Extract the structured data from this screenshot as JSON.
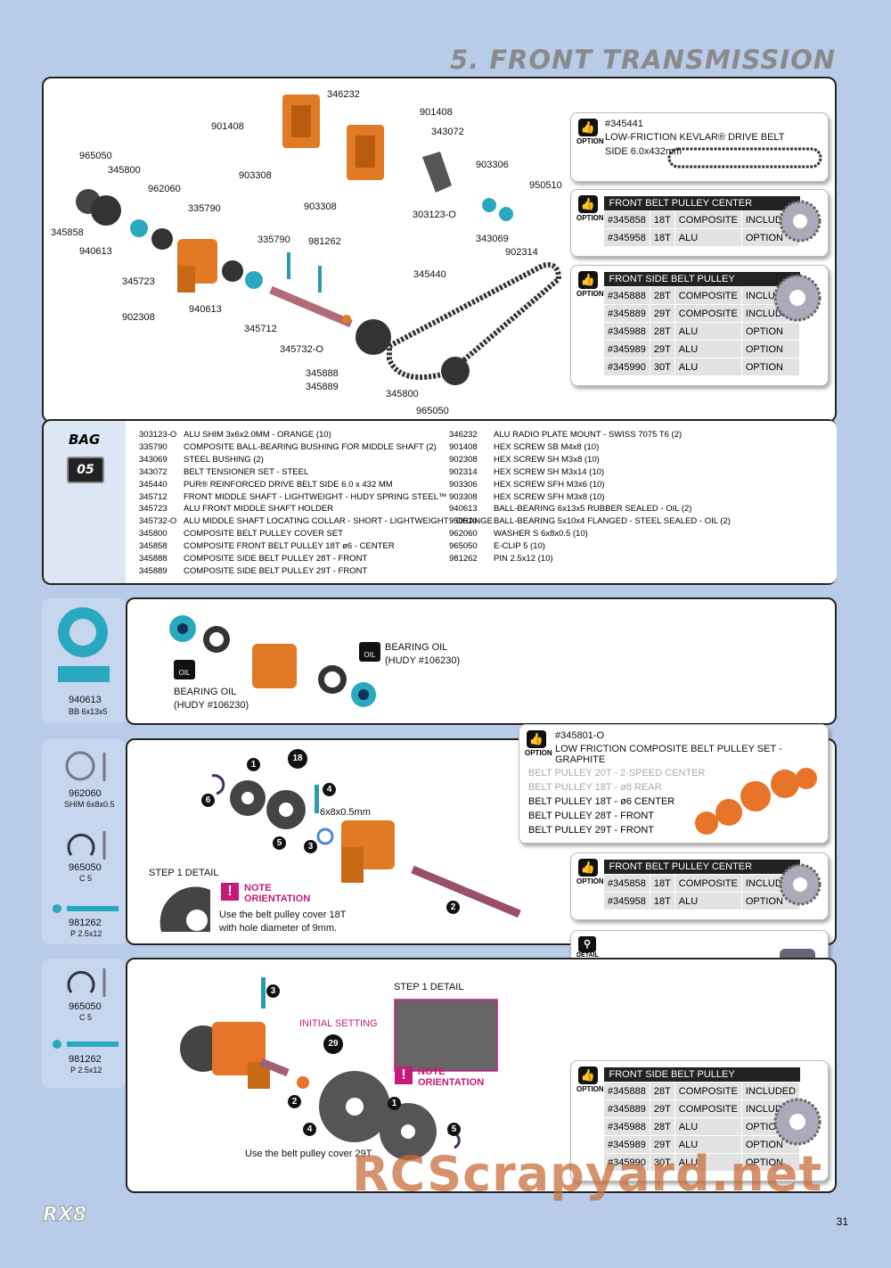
{
  "header": {
    "title": "5. FRONT TRANSMISSION"
  },
  "diagram1": {
    "labels": [
      "346232",
      "901408",
      "901408",
      "343072",
      "965050",
      "345800",
      "903308",
      "903308",
      "903306",
      "962060",
      "335790",
      "950510",
      "345858",
      "303123-O",
      "940613",
      "335790",
      "981262",
      "343069",
      "902314",
      "345723",
      "345440",
      "902308",
      "940613",
      "345712",
      "345732-O",
      "345888",
      "345889",
      "345800",
      "965050"
    ]
  },
  "options": {
    "belt": {
      "icon": "OPTION",
      "part": "#345441",
      "name": "LOW-FRICTION KEVLAR® DRIVE BELT",
      "sub": "SIDE 6.0x432mm"
    },
    "center1": {
      "icon": "OPTION",
      "title": "FRONT BELT PULLEY CENTER",
      "rows": [
        [
          "#345858",
          "18T",
          "COMPOSITE",
          "INCLUDED"
        ],
        [
          "#345958",
          "18T",
          "ALU",
          "OPTION"
        ]
      ]
    },
    "side1": {
      "icon": "OPTION",
      "title": "FRONT SIDE BELT PULLEY",
      "rows": [
        [
          "#345888",
          "28T",
          "COMPOSITE",
          "INCLUDED"
        ],
        [
          "#345889",
          "29T",
          "COMPOSITE",
          "INCLUDED"
        ],
        [
          "#345988",
          "28T",
          "ALU",
          "OPTION"
        ],
        [
          "#345989",
          "29T",
          "ALU",
          "OPTION"
        ],
        [
          "#345990",
          "30T",
          "ALU",
          "OPTION"
        ]
      ]
    },
    "graphite": {
      "icon": "OPTION",
      "part": "#345801-O",
      "name": "LOW FRICTION COMPOSITE BELT PULLEY SET - GRAPHITE",
      "items": [
        "BELT PULLEY 20T - 2-SPEED CENTER",
        "BELT PULLEY 18T - ø8 REAR",
        "BELT PULLEY 18T - ø6 CENTER",
        "BELT PULLEY 28T - FRONT",
        "BELT PULLEY 29T - FRONT"
      ]
    },
    "center2": {
      "icon": "OPTION",
      "title": "FRONT BELT PULLEY CENTER",
      "rows": [
        [
          "#345858",
          "18T",
          "COMPOSITE",
          "INCLUDED"
        ],
        [
          "#345958",
          "18T",
          "ALU",
          "OPTION"
        ]
      ]
    },
    "side2": {
      "icon": "OPTION",
      "title": "FRONT SIDE BELT PULLEY",
      "rows": [
        [
          "#345888",
          "28T",
          "COMPOSITE",
          "INCLUDED"
        ],
        [
          "#345889",
          "29T",
          "COMPOSITE",
          "INCLUDED"
        ],
        [
          "#345988",
          "28T",
          "ALU",
          "OPTION"
        ],
        [
          "#345989",
          "29T",
          "ALU",
          "OPTION"
        ],
        [
          "#345990",
          "30T",
          "ALU",
          "OPTION"
        ]
      ]
    },
    "detail_icon": "DETAIL"
  },
  "bag": {
    "label": "BAG",
    "number": "05"
  },
  "parts_left": [
    [
      "303123-O",
      "ALU SHIM 3x6x2.0MM - ORANGE (10)"
    ],
    [
      "335790",
      "COMPOSITE BALL-BEARING BUSHING FOR MIDDLE SHAFT (2)"
    ],
    [
      "343069",
      "STEEL BUSHING (2)"
    ],
    [
      "343072",
      "BELT TENSIONER SET - STEEL"
    ],
    [
      "345440",
      "PUR® REINFORCED DRIVE BELT SIDE 6.0 x 432 MM"
    ],
    [
      "345712",
      "FRONT MIDDLE SHAFT - LIGHTWEIGHT - HUDY SPRING STEEL™"
    ],
    [
      "345723",
      "ALU FRONT MIDDLE SHAFT HOLDER"
    ],
    [
      "345732-O",
      "ALU MIDDLE SHAFT LOCATING COLLAR - SHORT - LIGHTWEIGHT - ORANGE"
    ],
    [
      "345800",
      "COMPOSITE BELT PULLEY COVER SET"
    ],
    [
      "345858",
      "COMPOSITE FRONT BELT PULLEY 18T ø6 - CENTER"
    ],
    [
      "345888",
      "COMPOSITE SIDE BELT PULLEY 28T - FRONT"
    ],
    [
      "345889",
      "COMPOSITE SIDE BELT PULLEY 29T - FRONT"
    ]
  ],
  "parts_right": [
    [
      "346232",
      "ALU RADIO PLATE MOUNT - SWISS 7075 T6 (2)"
    ],
    [
      "",
      ""
    ],
    [
      "901408",
      "HEX SCREW SB M4x8  (10)"
    ],
    [
      "902308",
      "HEX SCREW SH M3x8  (10)"
    ],
    [
      "902314",
      "HEX SCREW SH M3x14  (10)"
    ],
    [
      "903306",
      "HEX SCREW SFH M3x6  (10)"
    ],
    [
      "903308",
      "HEX SCREW SFH M3x8  (10)"
    ],
    [
      "940613",
      "BALL-BEARING 6x13x5 RUBBER SEALED - OIL (2)"
    ],
    [
      "950510",
      "BALL-BEARING 5x10x4 FLANGED - STEEL SEALED - OIL (2)"
    ],
    [
      "962060",
      "WASHER S 6x8x0.5  (10)"
    ],
    [
      "965050",
      "E-CLIP 5  (10)"
    ],
    [
      "981262",
      "PIN 2.5x12  (10)"
    ]
  ],
  "side_parts": {
    "p1": {
      "code": "940613",
      "desc": "BB 6x13x5"
    },
    "p2": {
      "code": "962060",
      "desc": "SHIM 6x8x0.5"
    },
    "p3": {
      "code": "965050",
      "desc": "C 5"
    },
    "p4": {
      "code": "981262",
      "desc": "P 2.5x12"
    },
    "p5": {
      "code": "965050",
      "desc": "C 5"
    },
    "p6": {
      "code": "981262",
      "desc": "P 2.5x12"
    }
  },
  "step1": {
    "oil_left": "BEARING OIL",
    "oil_left2": "(HUDY #106230)",
    "oil_right": "BEARING OIL",
    "oil_right2": "(HUDY #106230)",
    "oil_icon": "OIL"
  },
  "step2": {
    "teeth": "18",
    "washer": "6x8x0.5mm",
    "detail": "STEP 1 DETAIL",
    "note1": "NOTE",
    "note2": "ORIENTATION",
    "text1": "Use the belt pulley cover 18T",
    "text2": "with hole diameter of 9mm.",
    "nums": [
      "1",
      "2",
      "3",
      "4",
      "5",
      "6"
    ]
  },
  "step3": {
    "teeth": "29",
    "initial": "INITIAL SETTING",
    "detail": "STEP 1 DETAIL",
    "note1": "NOTE",
    "note2": "ORIENTATION",
    "text": "Use the belt pulley cover 29T",
    "nums": [
      "1",
      "2",
      "3",
      "4",
      "5"
    ]
  },
  "footer": {
    "logo": "RX8",
    "page": "31",
    "watermark": "RCScrapyard.net"
  }
}
